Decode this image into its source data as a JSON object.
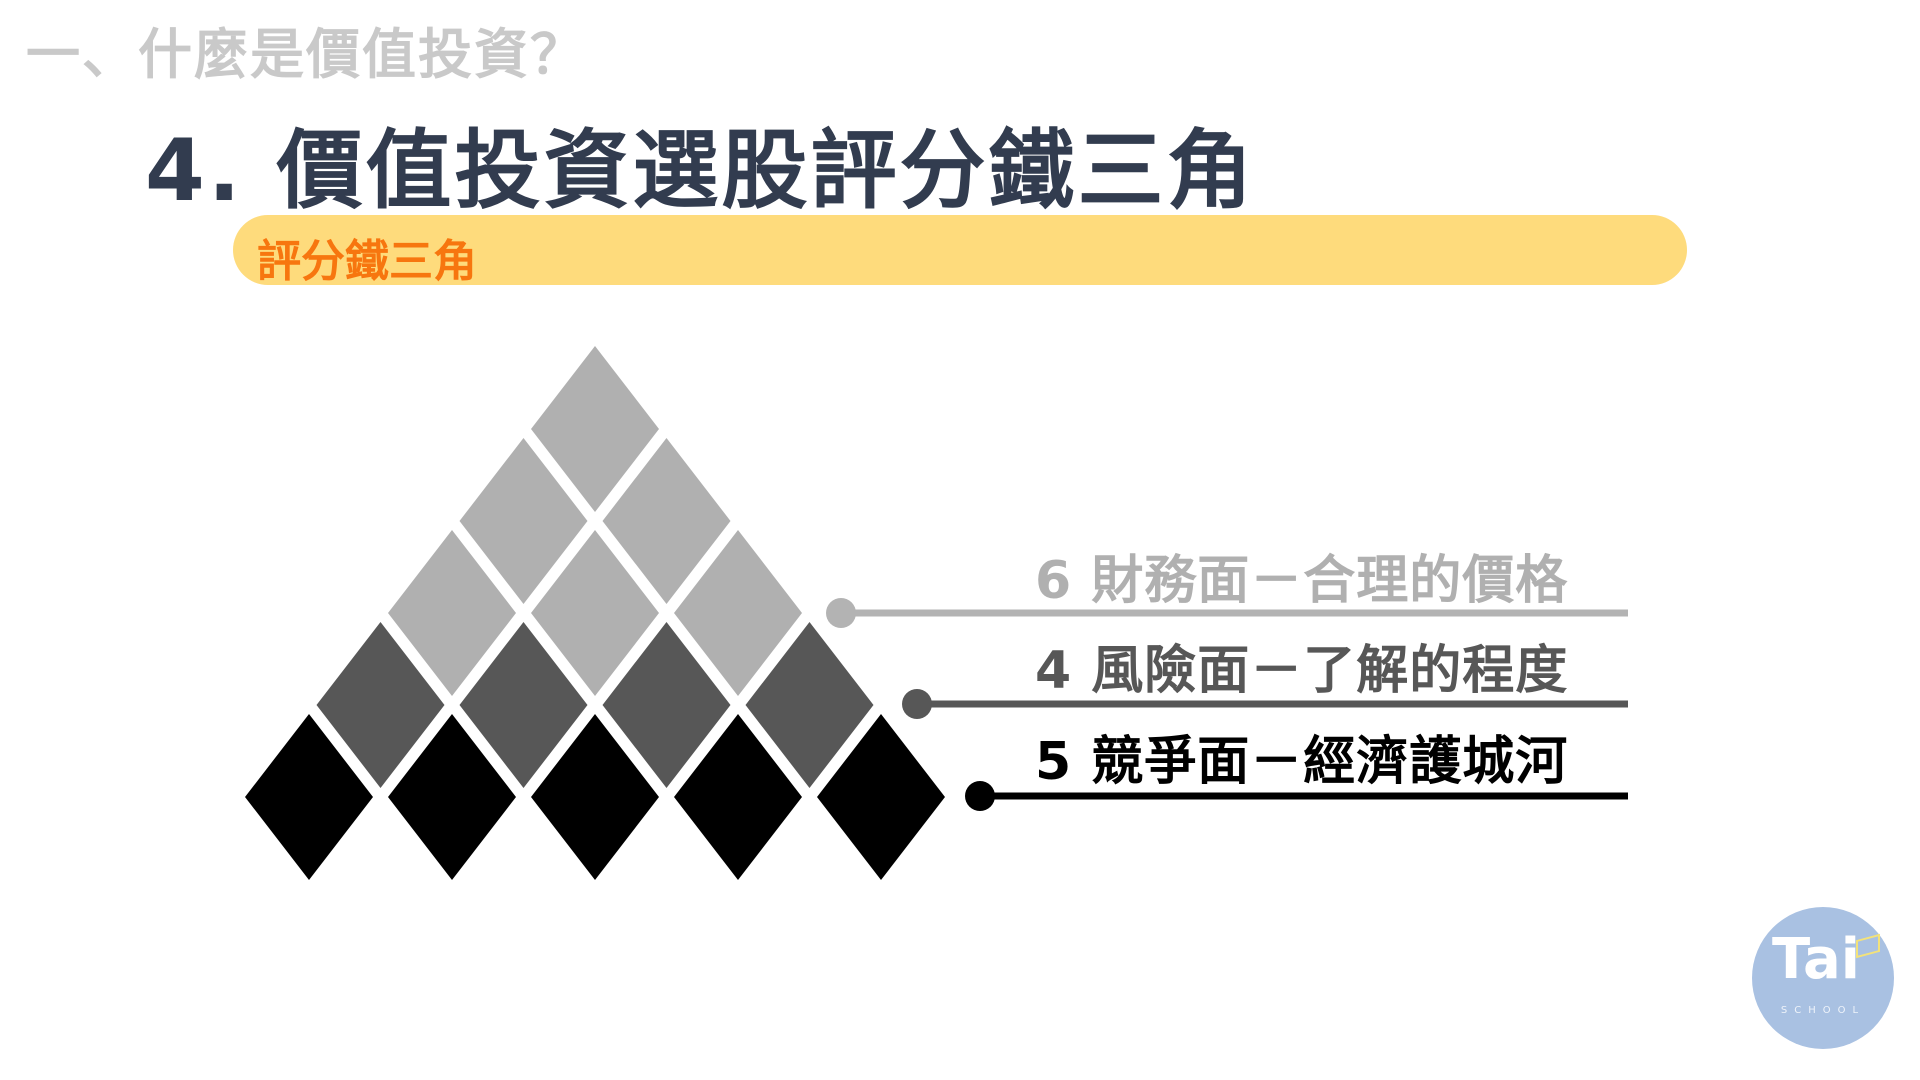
{
  "section_heading": "一、什麼是價值投資？",
  "title": "4. 價值投資選股評分鐵三角",
  "banner": {
    "label": "評分鐵三角",
    "bg_color": "#fedb7c",
    "text_color": "#f7760f"
  },
  "pyramid": {
    "rows": [
      {
        "count": 5,
        "color": "#000000"
      },
      {
        "count": 4,
        "color": "#575757"
      },
      {
        "count": 3,
        "color": "#b0b0b0"
      },
      {
        "count": 2,
        "color": "#b0b0b0"
      },
      {
        "count": 1,
        "color": "#b0b0b0"
      }
    ]
  },
  "legend": [
    {
      "text": "6  財務面－合理的價格",
      "color": "#b3b3b3"
    },
    {
      "text": "4  風險面－了解的程度",
      "color": "#575757"
    },
    {
      "text": "5  競爭面－經濟護城河",
      "color": "#000000"
    }
  ],
  "logo": {
    "brand": "Tai",
    "sub": "SCHOOL"
  }
}
